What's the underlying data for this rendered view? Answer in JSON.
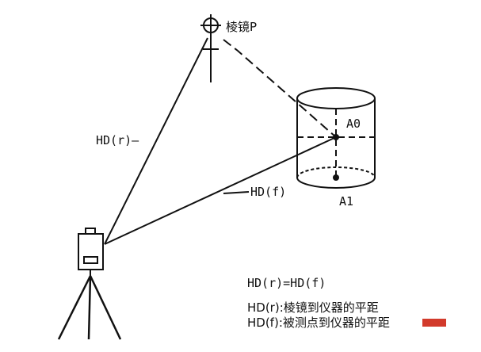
{
  "labels": {
    "prism": "棱镜P",
    "hd_r": "HD(r)—",
    "hd_f": "HD(f)",
    "a0": "A0",
    "a1": "A1"
  },
  "legend": {
    "equation": "HD(r)=HD(f)",
    "line1": "HD(r):棱镜到仪器的平距",
    "line2": "HD(f):被测点到仪器的平距"
  },
  "colors": {
    "stroke": "#111111",
    "background": "#ffffff",
    "watermark": "#d23a2b"
  },
  "icons": {
    "prism": "prism-crosshair-icon",
    "instrument": "total-station-icon",
    "target": "cylinder-target-icon"
  }
}
